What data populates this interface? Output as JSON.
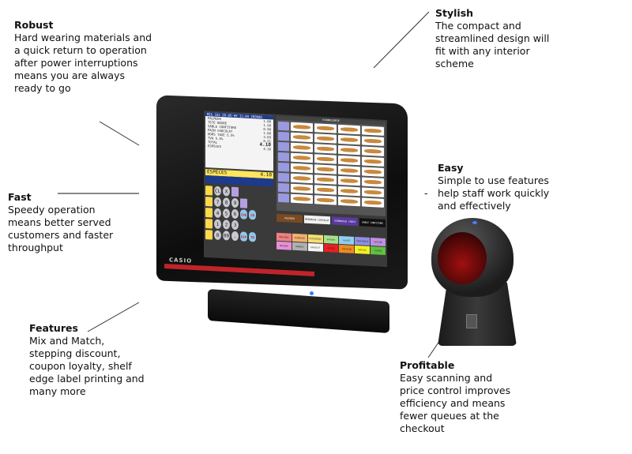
{
  "callouts": {
    "robust": {
      "title": "Robust",
      "lines": [
        "Hard wearing materials and",
        "a quick return to operation",
        "after power interruptions",
        "means you are always",
        "ready to go"
      ]
    },
    "stylish": {
      "title": "Stylish",
      "lines": [
        "The compact and",
        "streamlined design will",
        "fit with any interior",
        "scheme"
      ]
    },
    "fast": {
      "title": "Fast",
      "lines": [
        "Speedy operation",
        "means better served",
        "customers and faster",
        "throughput"
      ]
    },
    "easy": {
      "title": "Easy",
      "lines": [
        "Simple to use features",
        "help staff work quickly",
        "and effectively"
      ],
      "bullet": "-"
    },
    "features": {
      "title": "Features",
      "lines": [
        "Mix and Match,",
        "stepping discount,",
        "coupon loyalty, shelf",
        "edge label printing and",
        "many more"
      ]
    },
    "profitable": {
      "title": "Profitable",
      "lines": [
        "Easy scanning and",
        "price control improves",
        "efficiency and means",
        "fewer queues at the",
        "checkout"
      ]
    }
  },
  "pos": {
    "brand": "CASIO",
    "accent_color": "#c0242a",
    "led_color": "#3a7bff",
    "screen": {
      "header": "REG C01   20-05-09 11:48   200000",
      "clerk": "C01",
      "items": [
        {
          "qty": "1",
          "name": "PALMIER",
          "price": "1.00"
        },
        {
          "qty": "1",
          "name": "TETE NEGRE",
          "price": "1.20"
        },
        {
          "qty": "1",
          "name": "SABLE CONFITURE",
          "price": "0.90"
        },
        {
          "qty": "1",
          "name": "PAIN CHOCOLAT",
          "price": "1.00"
        }
      ],
      "summary": [
        {
          "label": "HORS TAXE 5.5%",
          "value": "3.89"
        },
        {
          "label": "TVA 5.5%",
          "value": "0.21"
        },
        {
          "label": "TOTAL",
          "value": "4.10"
        },
        {
          "label": "ESPECES",
          "value": "4.10"
        }
      ],
      "payment_label": "ESPECES",
      "payment_amount": "4.10",
      "grid_header": "VIENNOISERIE",
      "named_keys": [
        {
          "label": "PALMIER",
          "color": "#7a4a22"
        },
        {
          "label": "MERINGUE CHOCOLAT",
          "color": "#f2f2f2"
        },
        {
          "label": "VIENNOISE CHOCO",
          "color": "#5b3aa0"
        },
        {
          "label": "SABLE CONFITURE",
          "color": "#111111"
        }
      ],
      "keypad_rows": [
        [
          "CL",
          "X"
        ],
        [
          "7",
          "8",
          "9"
        ],
        [
          "4",
          "5",
          "6"
        ],
        [
          "1",
          "2",
          "3"
        ],
        [
          "0",
          "00",
          "."
        ]
      ],
      "function_keys": [
        "CHQ",
        "CB",
        "ESP",
        "TR"
      ],
      "categories": [
        {
          "label": "BOULANGE",
          "color": "#f08080"
        },
        {
          "label": "VIENNOISE",
          "color": "#f5b070"
        },
        {
          "label": "PATISSERIE",
          "color": "#f5e070"
        },
        {
          "label": "GATEAUX",
          "color": "#a8e08a"
        },
        {
          "label": "GLACES",
          "color": "#8fd0f0"
        },
        {
          "label": "CONFISERIE",
          "color": "#9090e8"
        },
        {
          "label": "CUISINE",
          "color": "#c090e0"
        },
        {
          "label": "BOISSON",
          "color": "#e890d8"
        },
        {
          "label": "FORMULE",
          "color": "#b0b0b0"
        },
        {
          "label": "CHOCOLAT",
          "color": "#f5f5f5"
        },
        {
          "label": "DIVERS",
          "color": "#e82020"
        },
        {
          "label": "TRAITEUR",
          "color": "#f08a20"
        },
        {
          "label": "SPECIAL",
          "color": "#f5f020"
        },
        {
          "label": "DIVERS",
          "color": "#60c040"
        }
      ]
    }
  },
  "scanner": {
    "window_color": "#a01010",
    "led_color": "#4d7dff"
  }
}
